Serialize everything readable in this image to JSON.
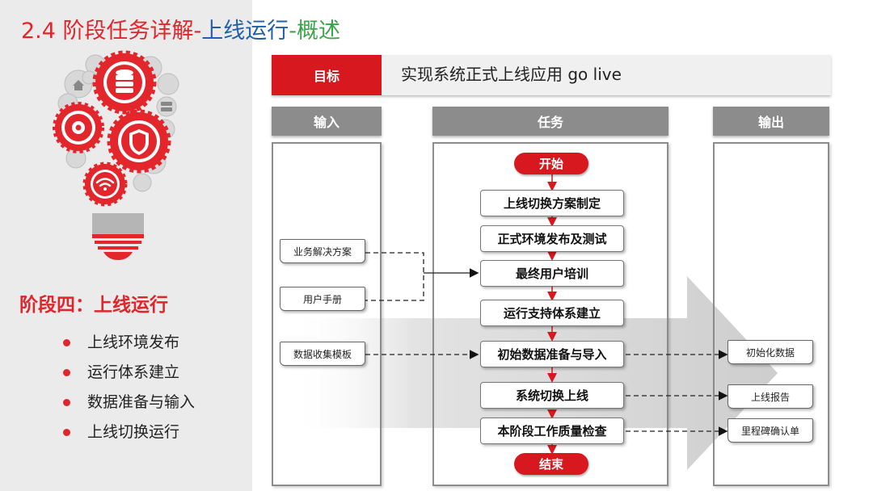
{
  "title": {
    "part1": "2.4 阶段任务详解-",
    "part2": "上线运行",
    "part3": "-",
    "part4": "概述",
    "colors": {
      "part1": "#e0252b",
      "part2": "#1f5fae",
      "part4": "#3aa34a"
    }
  },
  "stage": {
    "title": "阶段四：上线运行",
    "bullets": [
      "上线环境发布",
      "运行体系建立",
      "数据准备与输入",
      "上线切换运行"
    ]
  },
  "goal": {
    "label": "目标",
    "text": "实现系统正式上线应用 go live"
  },
  "columns": {
    "input": "输入",
    "task": "任务",
    "output": "输出"
  },
  "flow": {
    "start": "开始",
    "end": "结束",
    "tasks": [
      "上线切换方案制定",
      "正式环境发布及测试",
      "最终用户培训",
      "运行支持体系建立",
      "初始数据准备与导入",
      "系统切换上线",
      "本阶段工作质量检查"
    ]
  },
  "inputs": [
    "业务解决方案",
    "用户手册",
    "数据收集模板"
  ],
  "outputs": [
    "初始化数据",
    "上线报告",
    "里程碑确认单"
  ],
  "icons": [
    "lightbulb-icon",
    "database-icon",
    "gear-icon",
    "shield-icon",
    "wifi-icon",
    "home-icon",
    "server-icon"
  ],
  "accent_color": "#d7181f"
}
